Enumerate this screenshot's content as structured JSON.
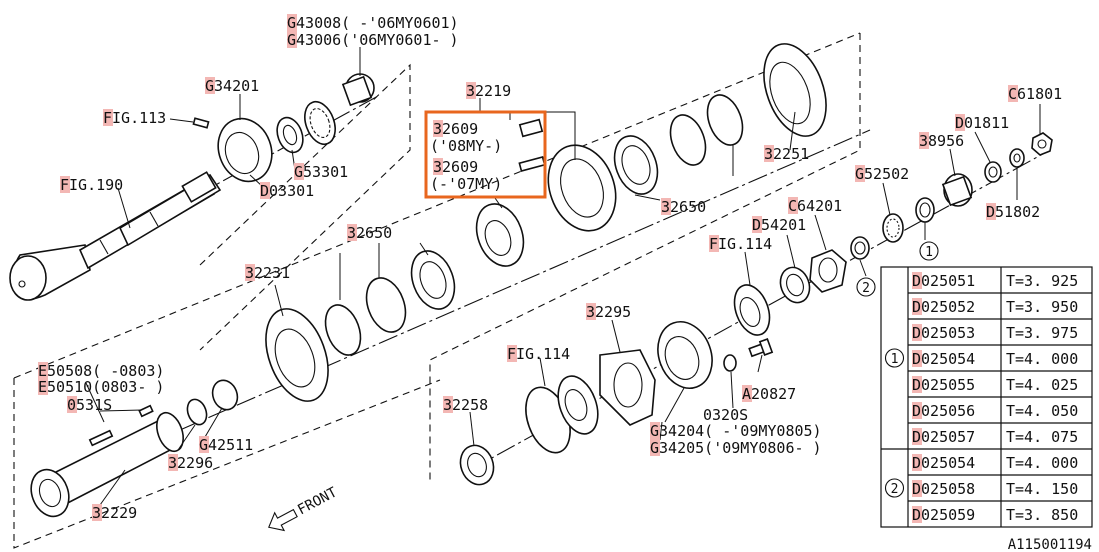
{
  "part_labels": {
    "g43008": "G43008( -'06MY0601)",
    "g43006": "G43006('06MY0601- )",
    "g34201": "G34201",
    "fig113": "FIG.113",
    "g53301": "G53301",
    "d03301": "D03301",
    "fig190": "FIG.190",
    "p32219": "32219",
    "p32609a": "32609",
    "p32609a_note": "('08MY-)",
    "p32609b": "32609",
    "p32609b_note": "(-'07MY)",
    "p32650a": "32650",
    "p32650b": "32650",
    "p32251": "32251",
    "c61801": "C61801",
    "d01811": "D01811",
    "p38956": "38956",
    "g52502": "G52502",
    "c64201": "C64201",
    "d54201": "D54201",
    "d51802": "D51802",
    "fig114a": "FIG.114",
    "fig114b": "FIG.114",
    "p32231": "32231",
    "p32295": "32295",
    "a20827": "A20827",
    "e50508": "E50508( -0803)",
    "e50510": "E50510(0803- )",
    "p0531s": "0531S",
    "g42511": "G42511",
    "p32296": "32296",
    "p32258": "32258",
    "p0320s": "0320S",
    "g34204": "G34204( -'09MY0805)",
    "g34205": "G34205('09MY0806- )",
    "p32229": "32229",
    "callout1": "1",
    "callout2": "2"
  },
  "front_label": "FRONT",
  "diagram_id": "A115001194",
  "shim_table": {
    "groups": [
      {
        "marker": "1",
        "rows": [
          {
            "part": "D025051",
            "thickness": "T=3. 925"
          },
          {
            "part": "D025052",
            "thickness": "T=3. 950"
          },
          {
            "part": "D025053",
            "thickness": "T=3. 975"
          },
          {
            "part": "D025054",
            "thickness": "T=4. 000"
          },
          {
            "part": "D025055",
            "thickness": "T=4. 025"
          },
          {
            "part": "D025056",
            "thickness": "T=4. 050"
          },
          {
            "part": "D025057",
            "thickness": "T=4. 075"
          }
        ]
      },
      {
        "marker": "2",
        "rows": [
          {
            "part": "D025054",
            "thickness": "T=4. 000"
          },
          {
            "part": "D025058",
            "thickness": "T=4. 150"
          },
          {
            "part": "D025059",
            "thickness": "T=3. 850"
          }
        ]
      }
    ]
  },
  "colors": {
    "highlight": "#f3b7b4",
    "box": "#e8661e",
    "ink": "#111111"
  }
}
